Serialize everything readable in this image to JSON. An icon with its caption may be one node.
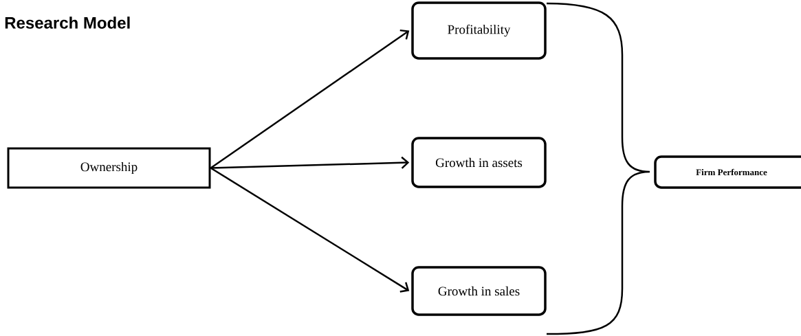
{
  "diagram": {
    "title": "Research Model",
    "nodes": [
      {
        "text": [
          "Ownership"
        ]
      },
      {
        "text": [
          "Profitability"
        ]
      },
      {
        "text": [
          "Growth in assets"
        ]
      },
      {
        "text": [
          "Growth in sales"
        ]
      },
      {
        "text": [
          "Firm Performance"
        ]
      }
    ],
    "edges": [
      {
        "from": 0,
        "to": 1,
        "arrow": "to"
      },
      {
        "from": 0,
        "to": 2,
        "arrow": "to"
      },
      {
        "from": 0,
        "to": 3,
        "arrow": "to"
      }
    ]
  }
}
